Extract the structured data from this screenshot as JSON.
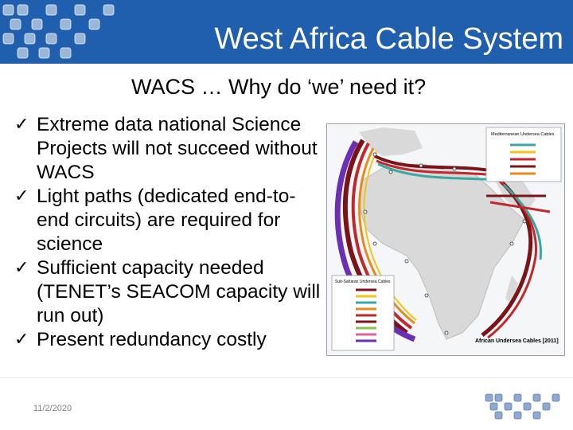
{
  "slide": {
    "title": "West Africa Cable System",
    "subtitle": "WACS … Why do ‘we’ need it?",
    "check_glyph": "✓",
    "bullets": [
      "Extreme data national Science Projects will not succeed without WACS",
      "Light paths (dedicated end-to-end circuits) are required for science",
      "Sufficient capacity needed (TENET’s  SEACOM capacity will run out)",
      "Present redundancy costly"
    ],
    "date": "11/2/2020",
    "map": {
      "top_legend_title": "Mediterranean Undersea Cables",
      "bottom_legend_title": "Sub-Saharan Undersea Cables",
      "caption": "African Undersea Cables [2011]"
    }
  },
  "colors": {
    "header_blue": "#1f5fae",
    "cable_maroon": "#7a1418",
    "cable_red": "#c0282d",
    "cable_purple": "#6a2fb3",
    "cable_orange": "#e8891c",
    "cable_yellow": "#f0c419",
    "land": "#d9d9d9"
  },
  "icons": [
    "header-tile-grid-icon",
    "check-icon",
    "footer-logo-icon",
    "africa-cable-map"
  ]
}
